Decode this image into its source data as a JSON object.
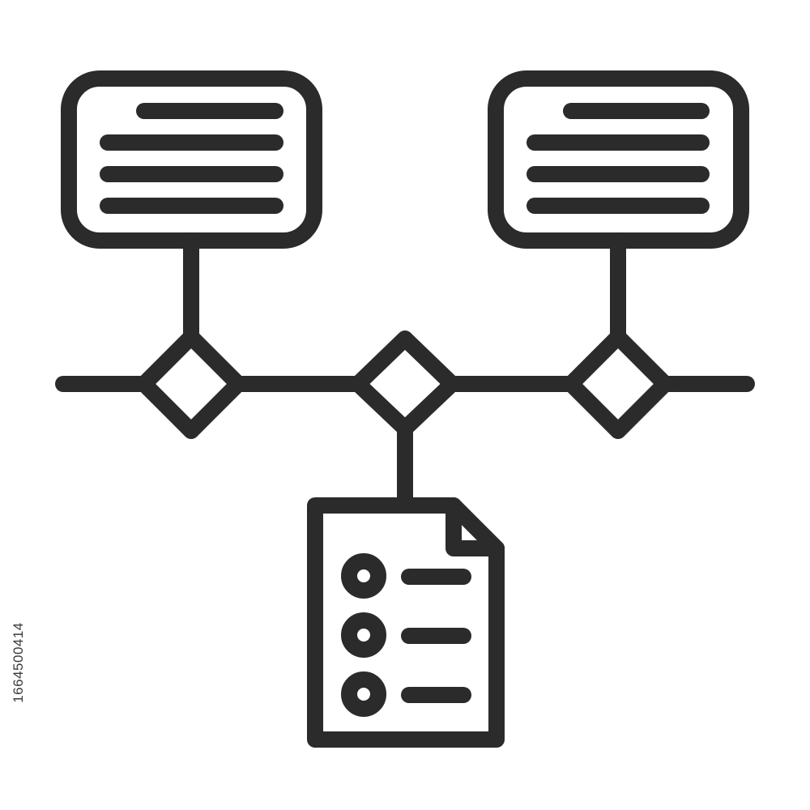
{
  "diagram": {
    "colors": {
      "stroke": "#2b2b2b",
      "background": "#ffffff"
    },
    "icon": "workflow-timeline-icon",
    "parts": {
      "left_card": "text-card-icon",
      "right_card": "text-card-icon",
      "document": "checklist-document-icon",
      "nodes": "diamond-node-icon"
    },
    "card_text_line_count": 4,
    "checklist_item_count": 3
  },
  "watermark": {
    "stock_id": "1664500414"
  }
}
